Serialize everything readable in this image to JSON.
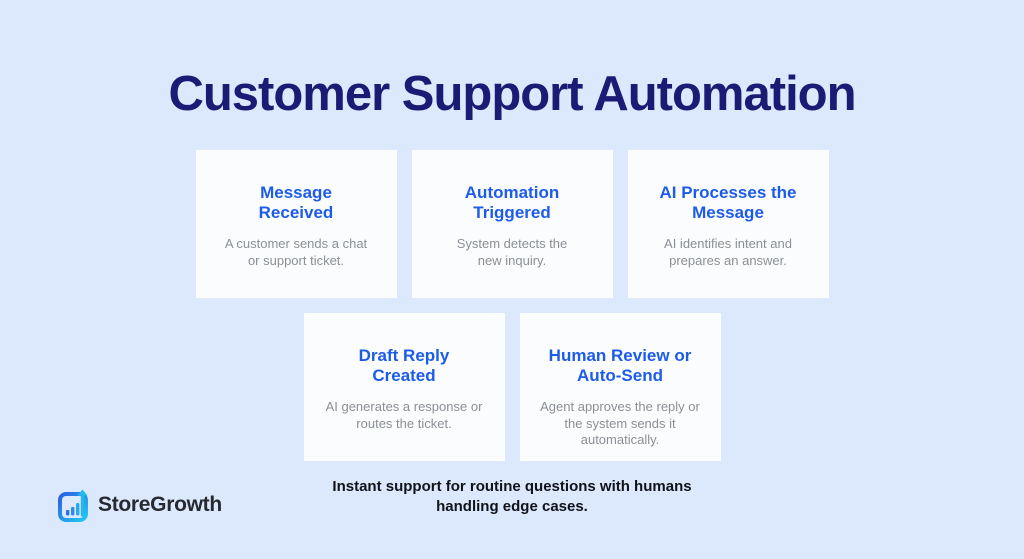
{
  "page": {
    "title": "Customer Support Automation",
    "caption": "Instant support for routine questions with humans\nhandling edge cases."
  },
  "cards": [
    {
      "title": "Message\nReceived",
      "description": "A customer sends a chat\nor support ticket."
    },
    {
      "title": "Automation\nTriggered",
      "description": "System detects the\nnew inquiry."
    },
    {
      "title": "AI Processes the\nMessage",
      "description": "AI identifies intent and\nprepares an answer."
    },
    {
      "title": "Draft Reply\nCreated",
      "description": "AI generates a response or\nroutes the ticket."
    },
    {
      "title": "Human Review or\nAuto-Send",
      "description": "Agent approves the reply or\nthe system sends it\nautomatically."
    }
  ],
  "logo": {
    "text": "StoreGrowth",
    "icon": "bar-chart-growth-icon"
  },
  "colors": {
    "background": "#dce8fc",
    "card_background": "#fbfcfd",
    "title_navy": "#1b1a74",
    "heading_blue": "#1d5ce8",
    "body_gray": "#8b8f96",
    "caption_dark": "#101319",
    "logo_gradient_start": "#2b5fe3",
    "logo_gradient_end": "#22c9f0"
  }
}
